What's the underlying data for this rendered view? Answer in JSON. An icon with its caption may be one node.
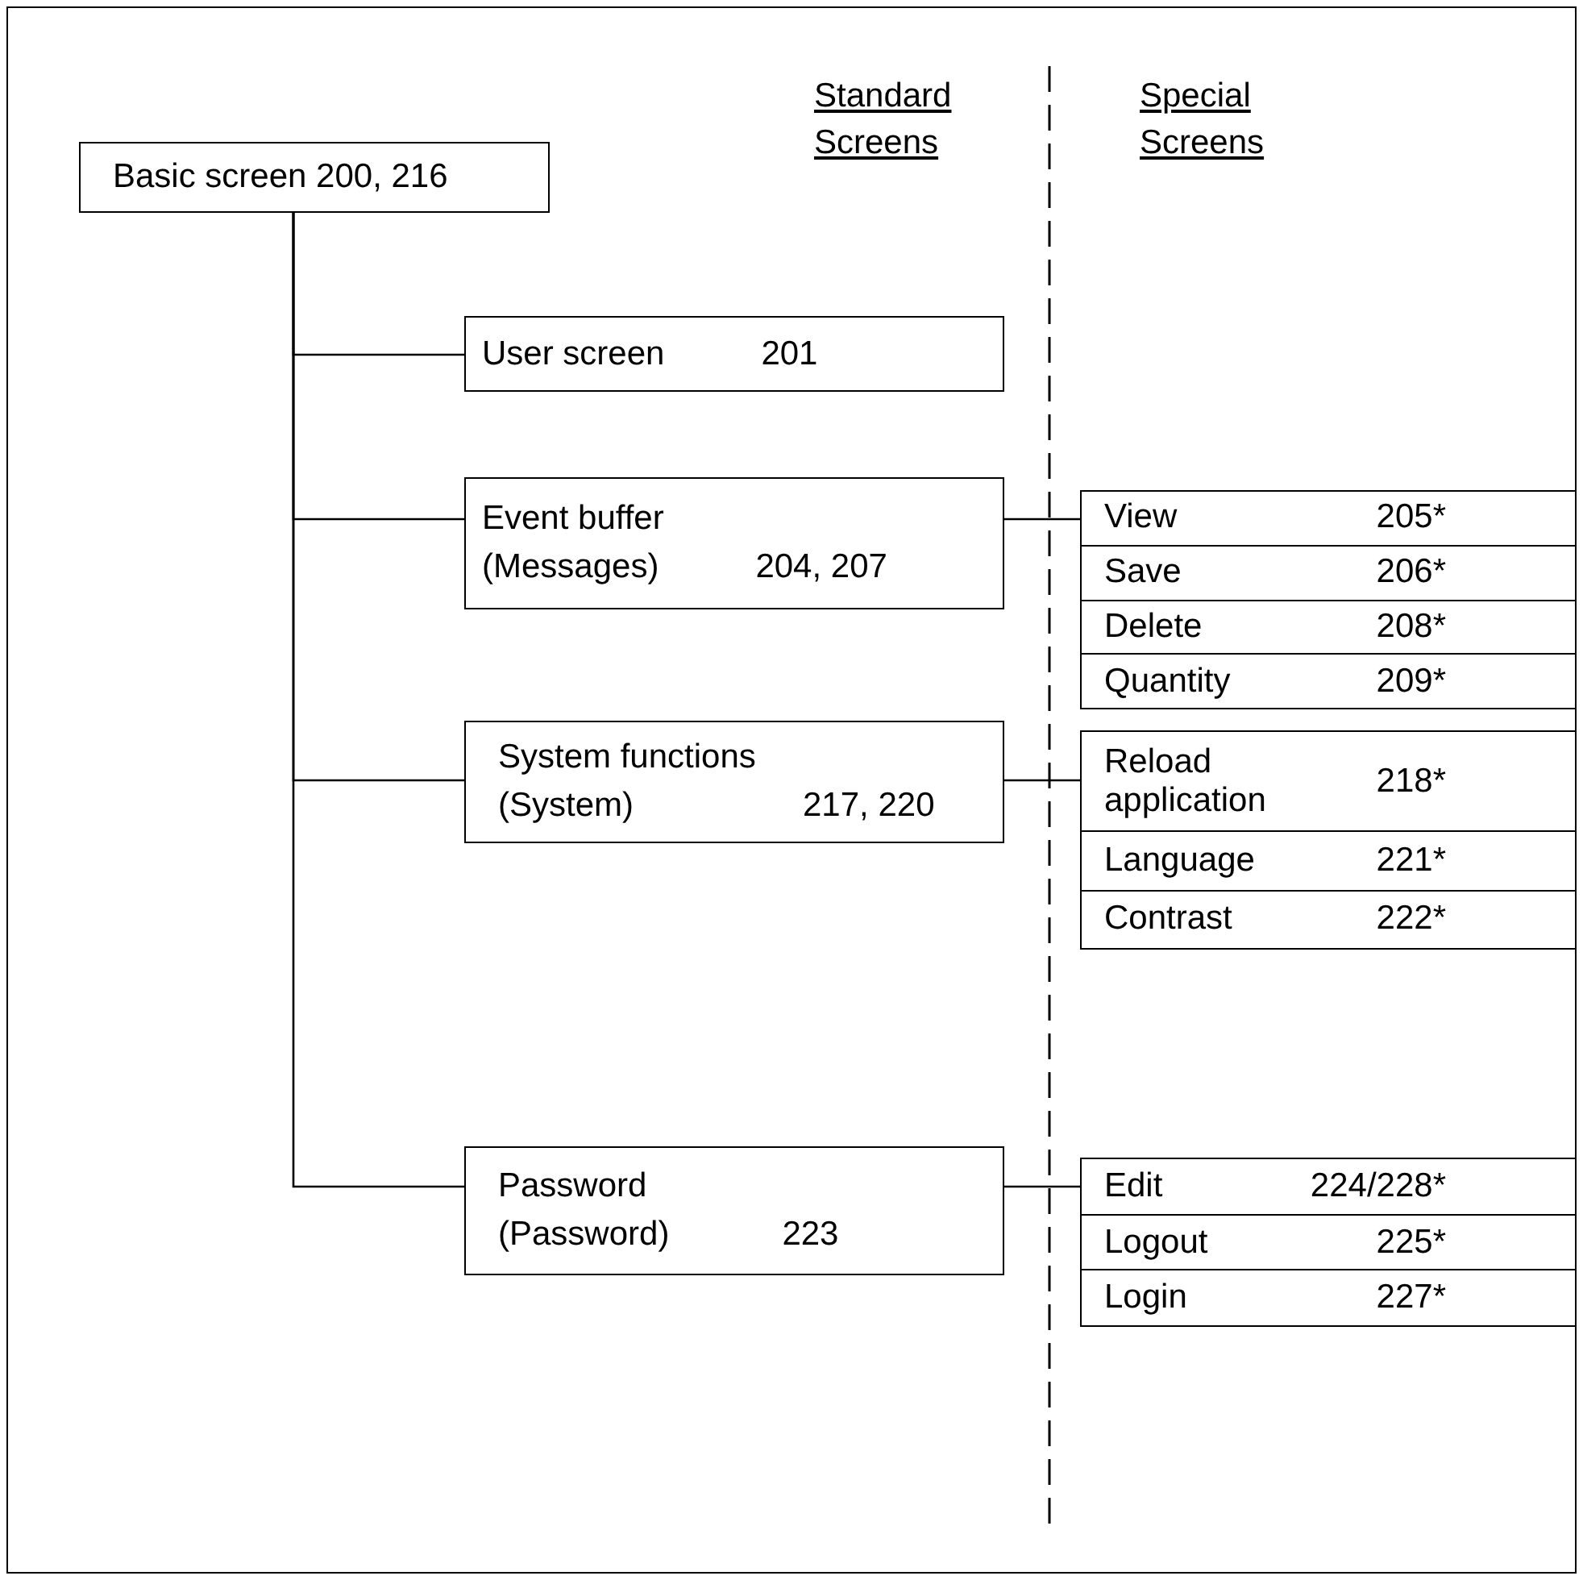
{
  "diagram": {
    "nodes": [
      {
        "text": [
          "Basic screen 200, 216"
        ]
      },
      {
        "text": [
          "User screen",
          "201"
        ]
      },
      {
        "text": [
          "Event buffer",
          "(Messages)",
          "204, 207"
        ]
      },
      {
        "text": [],
        "shape": "box"
      },
      {
        "text": [
          "View",
          "205*"
        ],
        "in": 3
      },
      {
        "text": [
          "Save",
          "206*"
        ],
        "in": 3
      },
      {
        "text": [
          "Delete",
          "208*"
        ],
        "in": 3
      },
      {
        "text": [
          "Quantity",
          "209*"
        ],
        "in": 3
      },
      {
        "text": [
          "System functions",
          "(System)",
          "217, 220"
        ]
      },
      {
        "text": [],
        "shape": "box"
      },
      {
        "text": [
          "Reload application",
          "218*"
        ],
        "in": 9
      },
      {
        "text": [
          "Language",
          "221*"
        ],
        "in": 9
      },
      {
        "text": [
          "Contrast",
          "222*"
        ],
        "in": 9
      },
      {
        "text": [
          "Password",
          "(Password)",
          "223"
        ]
      },
      {
        "text": [],
        "shape": "box"
      },
      {
        "text": [
          "Edit",
          "224/228*"
        ],
        "in": 14
      },
      {
        "text": [
          "Logout",
          "225*"
        ],
        "in": 14
      },
      {
        "text": [
          "Login",
          "227*"
        ],
        "in": 14
      }
    ],
    "edges": [
      {
        "from": 0,
        "to": 1,
        "arrow": "none"
      },
      {
        "from": 0,
        "to": 2,
        "arrow": "none"
      },
      {
        "from": 0,
        "to": 8,
        "arrow": "none"
      },
      {
        "from": 0,
        "to": 13,
        "arrow": "none"
      },
      {
        "from": 2,
        "to": 3,
        "arrow": "none"
      },
      {
        "from": 8,
        "to": 9,
        "arrow": "none"
      },
      {
        "from": 13,
        "to": 14,
        "arrow": "none"
      }
    ],
    "labels": [
      "Standard Screens",
      "Special Screens"
    ]
  }
}
